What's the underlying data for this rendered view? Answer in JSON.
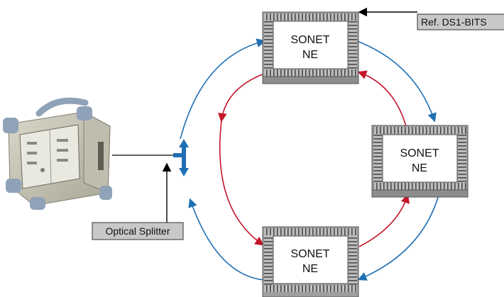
{
  "nodes": {
    "ne_top": {
      "line1": "SONET",
      "line2": "NE"
    },
    "ne_right": {
      "line1": "SONET",
      "line2": "NE"
    },
    "ne_bottom": {
      "line1": "SONET",
      "line2": "NE"
    }
  },
  "labels": {
    "ref_clock": "Ref. DS1-BITS",
    "splitter": "Optical Splitter"
  },
  "colors": {
    "ring_blue": "#1f6fb3",
    "ring_red": "#c4162a",
    "splitter_blue": "#1f6fb3",
    "label_bg": "#c8c8c8",
    "rack_gray": "#a9a9a9"
  },
  "icons": {
    "test_set": "portable-test-instrument-icon",
    "splitter": "optical-splitter-icon",
    "network_element": "rack-icon"
  }
}
